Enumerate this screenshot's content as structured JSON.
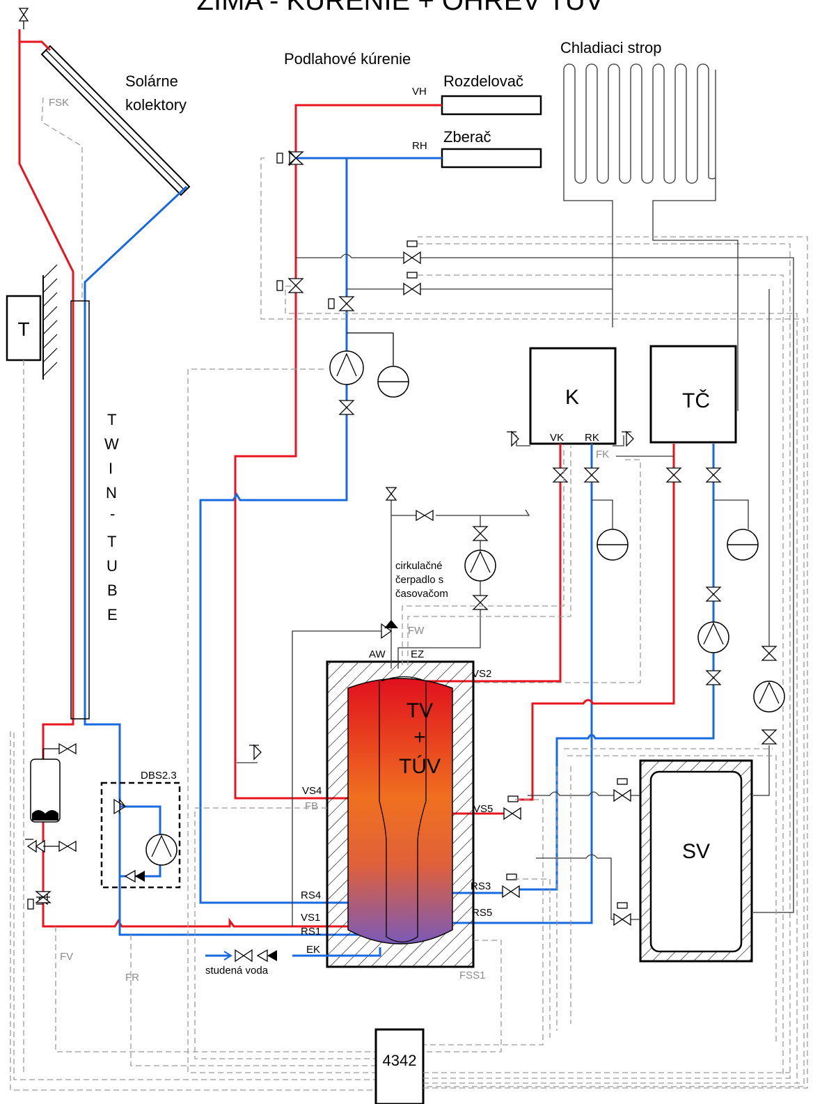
{
  "title": "ZIMA - KÚRENIE + OHREV TÚV",
  "labels": {
    "solar_line1": "Solárne",
    "solar_line2": "kolektory",
    "floor_heating": "Podlahové kúrenie",
    "distributor": "Rozdelovač",
    "collector": "Zberač",
    "cooling_ceiling": "Chladiaci strop",
    "vh": "VH",
    "rh": "RH",
    "fsk": "FSK",
    "t": "T",
    "twin_tube": [
      "T",
      "W",
      "I",
      "N",
      "-",
      "T",
      "U",
      "B",
      "E"
    ],
    "k": "K",
    "tc": "TČ",
    "vk": "VK",
    "rk": "RK",
    "fk": "FK",
    "circ_pump": [
      "cirkulačné",
      "čerpadlo s",
      "časovačom"
    ],
    "fw": "FW",
    "aw": "AW",
    "ez": "EZ",
    "vs2": "VS2",
    "tank_tv": "TV",
    "tank_plus": "+",
    "tank_tuv": "TÚV",
    "vs4": "VS4",
    "fb": "FB",
    "vs5": "VS5",
    "rs4": "RS4",
    "rs3": "RS3",
    "rs5": "RS5",
    "vs1": "VS1",
    "rs1": "RS1",
    "ek": "EK",
    "cold_water": "studená voda",
    "fss1": "FSS1",
    "dbs": "DBS2.3",
    "fv": "FV",
    "fr": "FR",
    "sv": "SV",
    "controller": "4342"
  },
  "colors": {
    "hot": "#e8131c",
    "cold": "#1769e0",
    "sensor_dash": "#9a9a9a"
  }
}
